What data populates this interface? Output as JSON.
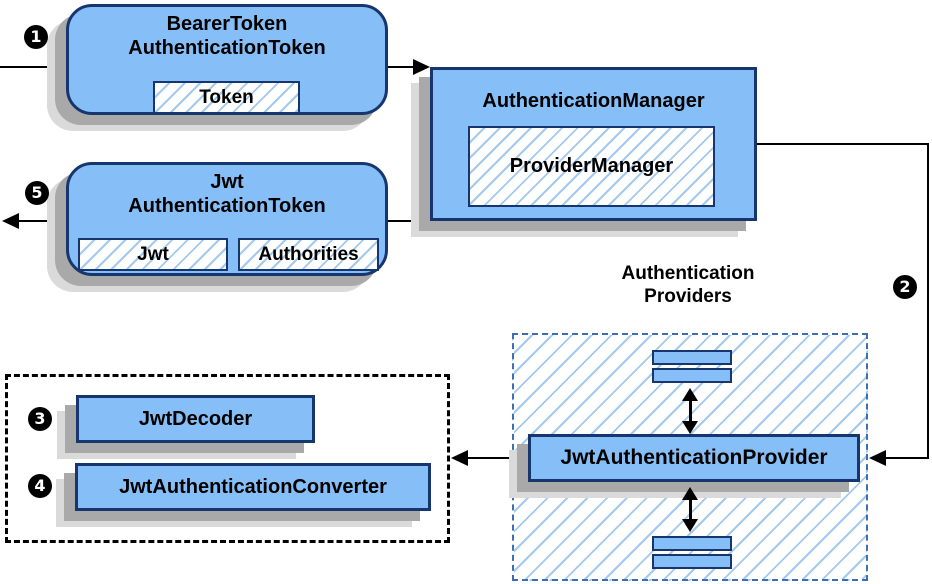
{
  "colors": {
    "node_fill": "#86bff7",
    "node_border": "#17366e",
    "hatch_line": "#a4c9ee",
    "hatch_line_lg": "#a4c9ee",
    "shadow_dark": "#a9a9a9",
    "shadow_light": "#dadada",
    "providers_border": "#3d6eb0",
    "group_border": "#000000",
    "line": "#000000"
  },
  "badges": {
    "step1": "1",
    "step2": "2",
    "step3": "3",
    "step4": "4",
    "step5": "5"
  },
  "bearer_node": {
    "title_line1": "BearerToken",
    "title_line2": "AuthenticationToken",
    "token_label": "Token"
  },
  "auth_manager_node": {
    "title": "AuthenticationManager",
    "provider_manager_label": "ProviderManager"
  },
  "jwt_node": {
    "title_line1": "Jwt",
    "title_line2": "AuthenticationToken",
    "jwt_label": "Jwt",
    "authorities_label": "Authorities"
  },
  "providers_group": {
    "title_line1": "Authentication",
    "title_line2": "Providers",
    "provider_label": "JwtAuthenticationProvider"
  },
  "decoder_group": {
    "decoder_label": "JwtDecoder",
    "converter_label": "JwtAuthenticationConverter"
  }
}
